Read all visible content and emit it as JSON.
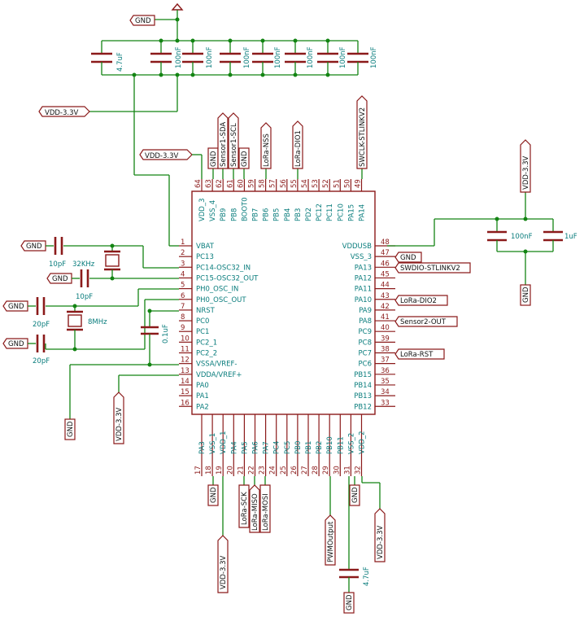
{
  "labels": {
    "gnd": "GND",
    "vdd": "VDD-3.3V"
  },
  "left_pins": [
    {
      "num": "1",
      "name": "VBAT"
    },
    {
      "num": "2",
      "name": "PC13"
    },
    {
      "num": "3",
      "name": "PC14-OSC32_IN"
    },
    {
      "num": "4",
      "name": "PC15-OSC32_OUT"
    },
    {
      "num": "5",
      "name": "PH0_OSC_IN"
    },
    {
      "num": "6",
      "name": "PH0_OSC_OUT"
    },
    {
      "num": "7",
      "name": "NRST"
    },
    {
      "num": "8",
      "name": "PC0"
    },
    {
      "num": "9",
      "name": "PC1"
    },
    {
      "num": "10",
      "name": "PC2_1"
    },
    {
      "num": "11",
      "name": "PC2_2"
    },
    {
      "num": "12",
      "name": "VSSA/VREF-"
    },
    {
      "num": "13",
      "name": "VDDA/VREF+"
    },
    {
      "num": "14",
      "name": "PA0"
    },
    {
      "num": "15",
      "name": "PA1"
    },
    {
      "num": "16",
      "name": "PA2"
    }
  ],
  "right_pins": [
    {
      "num": "48",
      "name": "VDDUSB"
    },
    {
      "num": "47",
      "name": "VSS_3"
    },
    {
      "num": "46",
      "name": "PA13"
    },
    {
      "num": "45",
      "name": "PA12"
    },
    {
      "num": "44",
      "name": "PA11"
    },
    {
      "num": "43",
      "name": "PA10"
    },
    {
      "num": "42",
      "name": "PA9"
    },
    {
      "num": "41",
      "name": "PA8"
    },
    {
      "num": "40",
      "name": "PC9"
    },
    {
      "num": "39",
      "name": "PC8"
    },
    {
      "num": "38",
      "name": "PC7"
    },
    {
      "num": "37",
      "name": "PC6"
    },
    {
      "num": "36",
      "name": "PB15"
    },
    {
      "num": "35",
      "name": "PB14"
    },
    {
      "num": "34",
      "name": "PB13"
    },
    {
      "num": "33",
      "name": "PB12"
    }
  ],
  "top_pins": [
    {
      "num": "64",
      "name": "VDD_3"
    },
    {
      "num": "63",
      "name": "VSS_4"
    },
    {
      "num": "62",
      "name": "PB9"
    },
    {
      "num": "61",
      "name": "PB8"
    },
    {
      "num": "60",
      "name": "BOOT0"
    },
    {
      "num": "59",
      "name": "PB7"
    },
    {
      "num": "58",
      "name": "PB6"
    },
    {
      "num": "57",
      "name": "PB5"
    },
    {
      "num": "56",
      "name": "PB4"
    },
    {
      "num": "55",
      "name": "PB3"
    },
    {
      "num": "54",
      "name": "PD2"
    },
    {
      "num": "53",
      "name": "PC12"
    },
    {
      "num": "52",
      "name": "PC11"
    },
    {
      "num": "51",
      "name": "PC10"
    },
    {
      "num": "50",
      "name": "PA15"
    },
    {
      "num": "49",
      "name": "PA14"
    }
  ],
  "bottom_pins": [
    {
      "num": "17",
      "name": "PA3"
    },
    {
      "num": "18",
      "name": "VSS_1"
    },
    {
      "num": "19",
      "name": "VDD_1"
    },
    {
      "num": "20",
      "name": "PA4"
    },
    {
      "num": "21",
      "name": "PA5"
    },
    {
      "num": "22",
      "name": "PA6"
    },
    {
      "num": "23",
      "name": "PA7"
    },
    {
      "num": "24",
      "name": "PC4"
    },
    {
      "num": "25",
      "name": "PC5"
    },
    {
      "num": "26",
      "name": "PB0"
    },
    {
      "num": "27",
      "name": "PB1"
    },
    {
      "num": "28",
      "name": "PB2"
    },
    {
      "num": "29",
      "name": "PB10"
    },
    {
      "num": "30",
      "name": "PB11"
    },
    {
      "num": "31",
      "name": "VSS_2"
    },
    {
      "num": "32",
      "name": "VDD_2"
    }
  ],
  "net_labels": {
    "sensor1_sda": "Sensor1-SDA",
    "sensor1_scl": "Sensor1-SCL",
    "lora_nss": "LoRa-NSS",
    "lora_dio1": "LoRa-DIO1",
    "swclk": "SWCLK-STLINKV2",
    "swdio": "SWDIO-STLINKV2",
    "lora_dio2": "LoRa-DIO2",
    "sensor2_out": "Sensor2-OUT",
    "lora_rst": "LoRa-RST",
    "lora_sck": "LoRa-SCK",
    "lora_miso": "LoRa-MISO",
    "lora_mosi": "LoRa-MOSI",
    "pwm_output": "PWMOutput"
  },
  "component_values": {
    "c_bulk": "4.7uF",
    "c_100n": "100nF",
    "c_10p": "10pF",
    "c_20p": "20pF",
    "c_01u": "0.1uF",
    "c_1u": "1uF",
    "xtal_32k": "32KHz",
    "xtal_8m": "8MHz"
  }
}
